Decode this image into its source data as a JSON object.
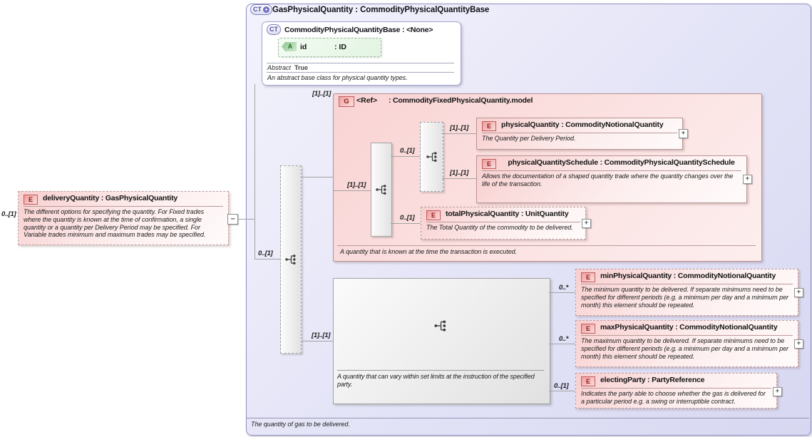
{
  "icons": {
    "expand": "+",
    "collapse": "−",
    "ct_plus": "+"
  },
  "colors": {
    "accent_purple": "#9191c4",
    "accent_pink": "#c25a5a",
    "accent_green": "#6f9f6f",
    "container_fill": "#e3e3f7",
    "element_fill": "#f8cfcf"
  },
  "root": {
    "badge": "CT",
    "title": "GasPhysicalQuantity : CommodityPhysicalQuantityBase",
    "annotation": "The quantity of gas to be delivered."
  },
  "base": {
    "badge": "CT",
    "title": "CommodityPhysicalQuantityBase : <None>",
    "attr": {
      "badge": "A",
      "name": "id",
      "type": ": ID"
    },
    "abstract_label": "Abstract",
    "abstract_value": "True",
    "annotation": "An abstract base class for physical quantity types."
  },
  "delivery": {
    "badge": "E",
    "title": "deliveryQuantity : GasPhysicalQuantity",
    "annotation": "The different options for specifying the quantity. For Fixed trades where the quantity is known at the time of confirmation, a single quantity or a quantity per Delivery Period may be specified. For Variable trades minimum and maximum trades may be specified.",
    "cardinality": "0..[1]"
  },
  "fixed_group": {
    "badge": "G",
    "name": "<Ref>",
    "type": ": CommodityFixedPhysicalQuantity.model",
    "annotation": "A quantity that is known at the time the transaction is executed.",
    "cardinality": "[1]..[1]"
  },
  "variable_group": {
    "annotation": "A quantity that can vary within set limits at the instruction of the specified party.",
    "cardinality": "[1]..[1]"
  },
  "cards": {
    "root_choice": "0..[1]",
    "fixed_seq": "[1]..[1]",
    "inner_choice": "0..[1]",
    "pq": "[1]..[1]",
    "pqs": "[1]..[1]",
    "total": "0..[1]",
    "min": "0..*",
    "max": "0..*",
    "electing": "0..[1]"
  },
  "elements": {
    "pq": {
      "badge": "E",
      "title": "physicalQuantity : CommodityNotionalQuantity",
      "annotation": "The Quantity per Delivery Period."
    },
    "pqs": {
      "badge": "E",
      "title": "physicalQuantitySchedule : CommodityPhysicalQuantitySchedule",
      "annotation": "Allows the documentation of a shaped quantity trade where the quantity changes over the life of the transaction."
    },
    "total": {
      "badge": "E",
      "title": "totalPhysicalQuantity : UnitQuantity",
      "annotation": "The Total Quantity of the commodity to be delivered."
    },
    "min": {
      "badge": "E",
      "title": "minPhysicalQuantity : CommodityNotionalQuantity",
      "annotation": "The minimum quantity to be delivered. If separate minimums need to be specified for different periods (e.g. a minimum per day and a minimum per month) this element should be repeated."
    },
    "max": {
      "badge": "E",
      "title": "maxPhysicalQuantity : CommodityNotionalQuantity",
      "annotation": "The maximum quantity to be delivered. If separate minimums need to be specified for different periods (e.g. a minimum per day and a minimum per month) this element should be repeated."
    },
    "electing": {
      "badge": "E",
      "title": "electingParty : PartyReference",
      "annotation": "Indicates the party able to choose whether the gas is delivered for a particular period e.g. a swing or interruptible contract."
    }
  }
}
